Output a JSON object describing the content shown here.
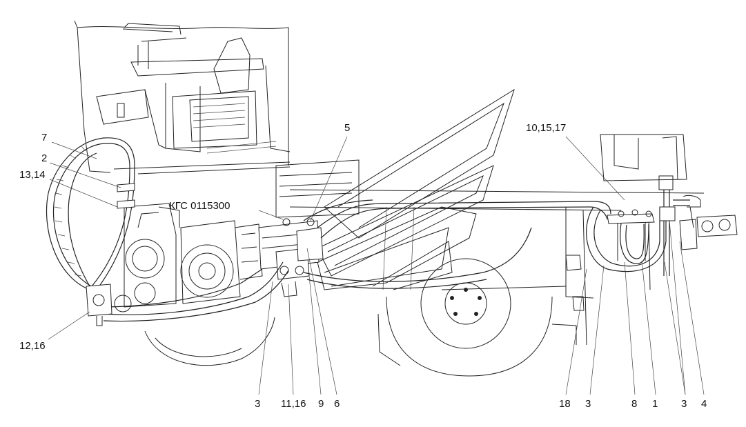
{
  "drawing": {
    "designation": "КГС 0115300",
    "callouts": [
      {
        "id": "c7",
        "text": "7"
      },
      {
        "id": "c2",
        "text": "2"
      },
      {
        "id": "c1314",
        "text": "13,14"
      },
      {
        "id": "c1216",
        "text": "12,16"
      },
      {
        "id": "c5",
        "text": "5"
      },
      {
        "id": "c101517",
        "text": "10,15,17"
      },
      {
        "id": "c3a",
        "text": "3"
      },
      {
        "id": "c1116",
        "text": "11,16"
      },
      {
        "id": "c9",
        "text": "9"
      },
      {
        "id": "c6",
        "text": "6"
      },
      {
        "id": "c18",
        "text": "18"
      },
      {
        "id": "c3b",
        "text": "3"
      },
      {
        "id": "c8",
        "text": "8"
      },
      {
        "id": "c1",
        "text": "1"
      },
      {
        "id": "c3c",
        "text": "3"
      },
      {
        "id": "c4",
        "text": "4"
      }
    ]
  }
}
